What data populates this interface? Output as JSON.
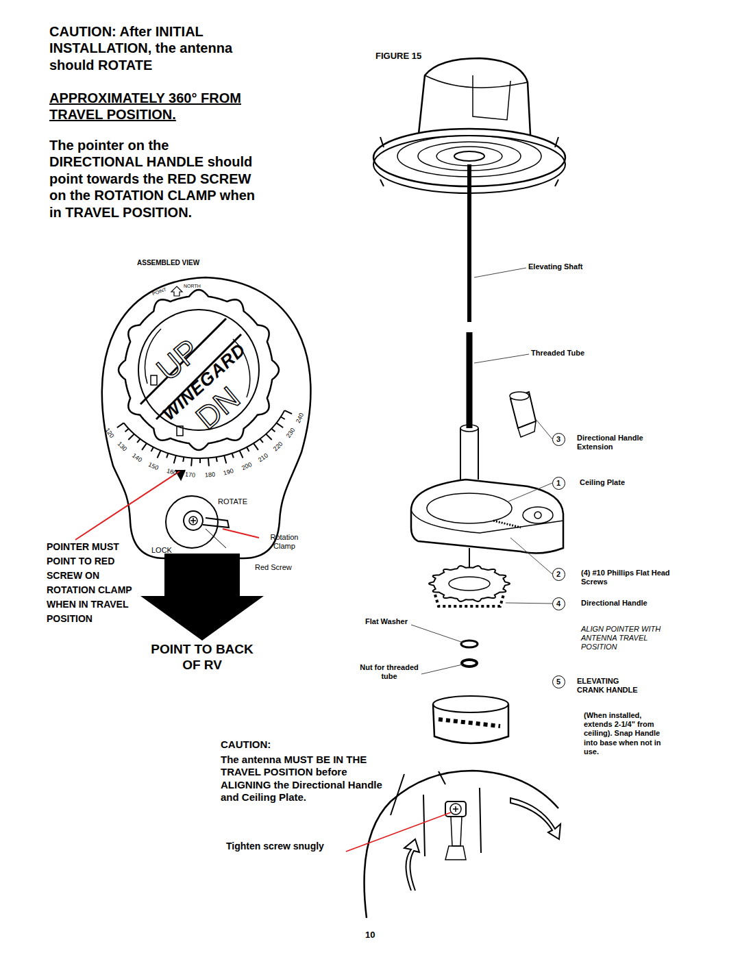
{
  "diagram": {
    "nodes": [
      {
        "text": [
          "3"
        ]
      },
      {
        "text": [
          "1"
        ]
      },
      {
        "text": [
          "2"
        ]
      },
      {
        "text": [
          "4"
        ]
      },
      {
        "text": [
          "5"
        ]
      }
    ],
    "labels": [
      "CAUTION: After INITIAL INSTALLATION, the antenna should ROTATE",
      "APPROXIMATELY 360° FROM TRAVEL POSITION.",
      "The pointer on the DIRECTIONAL HANDLE should point towards the RED SCREW on the ROTATION CLAMP when in TRAVEL POSITION.",
      "FIGURE 15",
      "ASSEMBLED VIEW",
      "POINT",
      "NORTH",
      "UP",
      "DN",
      "WINEGARD",
      "120",
      "130",
      "140",
      "150",
      "160",
      "170",
      "180",
      "190",
      "200",
      "210",
      "220",
      "230",
      "240",
      "ROTATE",
      "LOCK",
      "Rotation Clamp",
      "Red Screw",
      "POINTER MUST POINT TO RED SCREW ON ROTATION CLAMP WHEN IN TRAVEL POSITION",
      "POINT TO BACK OF RV",
      "Elevating Shaft",
      "Threaded Tube",
      "Directional Handle Extension",
      "Ceiling Plate",
      "(4) #10 Phillips Flat Head Screws",
      "Directional Handle",
      "ALIGN POINTER WITH ANTENNA TRAVEL POSITION",
      "Flat Washer",
      "Nut for threaded tube",
      "ELEVATING CRANK HANDLE",
      "(When installed, extends 2-1/4\" from ceiling). Snap Handle into base when not in use.",
      "CAUTION:",
      "The antenna MUST BE IN THE TRAVEL POSITION before ALIGNING the Directional Handle and Ceiling Plate.",
      "Tighten screw snugly",
      "10"
    ]
  }
}
